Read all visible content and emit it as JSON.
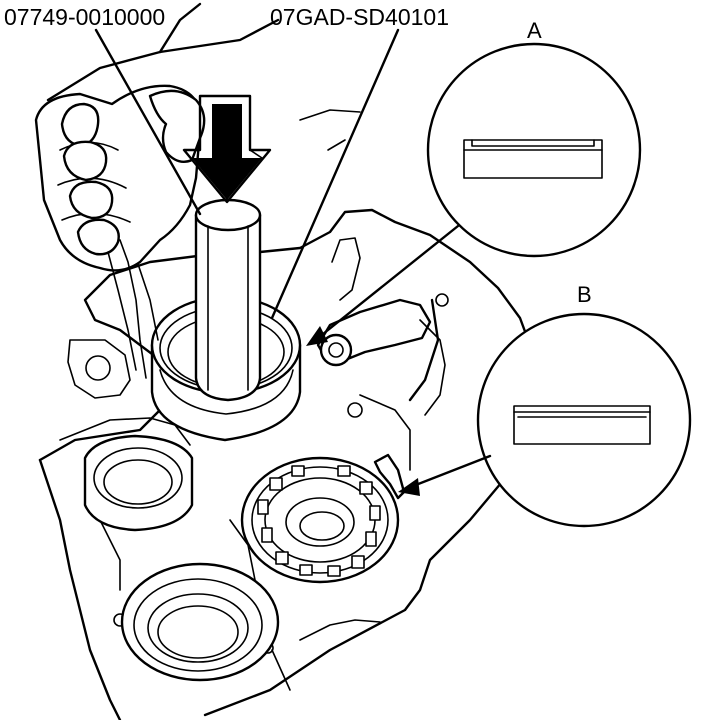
{
  "labels": {
    "tool_driver": "07749-0010000",
    "tool_attachment": "07GAD-SD40101",
    "detail_a": "A",
    "detail_b": "B"
  },
  "colors": {
    "line": "#000000",
    "background": "#ffffff"
  },
  "icons": {
    "press_direction": "down-arrow-icon"
  }
}
